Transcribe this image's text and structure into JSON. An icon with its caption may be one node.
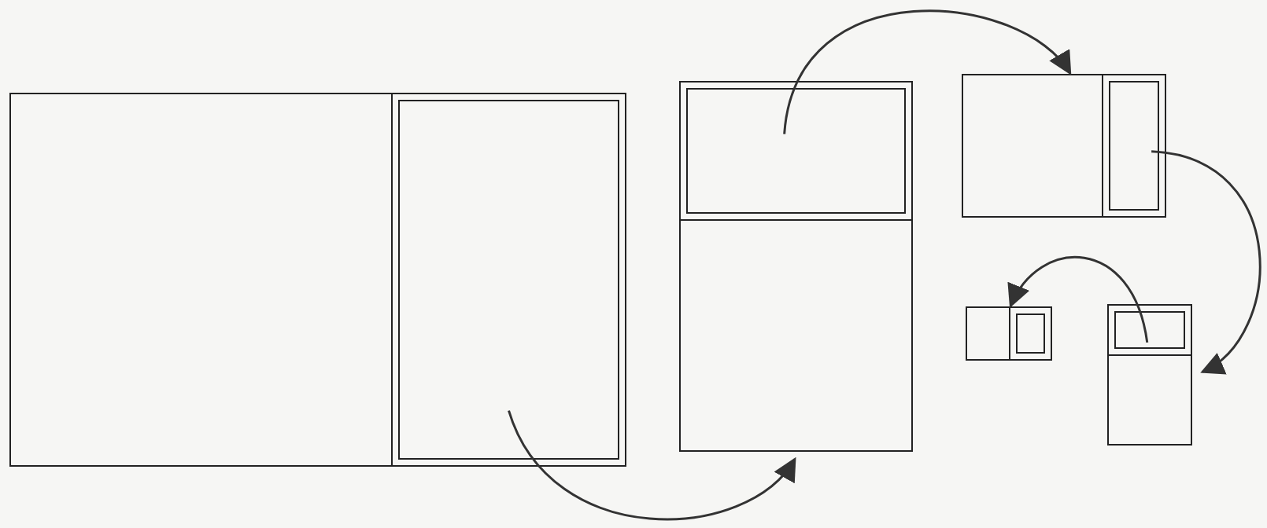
{
  "diagram": {
    "nodes": [
      {
        "text": [],
        "shape": "box"
      },
      {
        "text": [],
        "shape": "box",
        "in": 0
      },
      {
        "text": [],
        "shape": "box"
      },
      {
        "text": [],
        "shape": "box",
        "in": 2
      },
      {
        "text": [],
        "shape": "box"
      },
      {
        "text": [],
        "shape": "box",
        "in": 4
      },
      {
        "text": [],
        "shape": "box"
      },
      {
        "text": [],
        "shape": "box",
        "in": 6
      },
      {
        "text": [],
        "shape": "box"
      },
      {
        "text": [],
        "shape": "box",
        "in": 8
      }
    ],
    "edges": [
      {
        "from": 1,
        "to": 2,
        "arrow": "to"
      },
      {
        "from": 3,
        "to": 4,
        "arrow": "to"
      },
      {
        "from": 5,
        "to": 6,
        "arrow": "to"
      },
      {
        "from": 7,
        "to": 8,
        "arrow": "to"
      }
    ]
  }
}
